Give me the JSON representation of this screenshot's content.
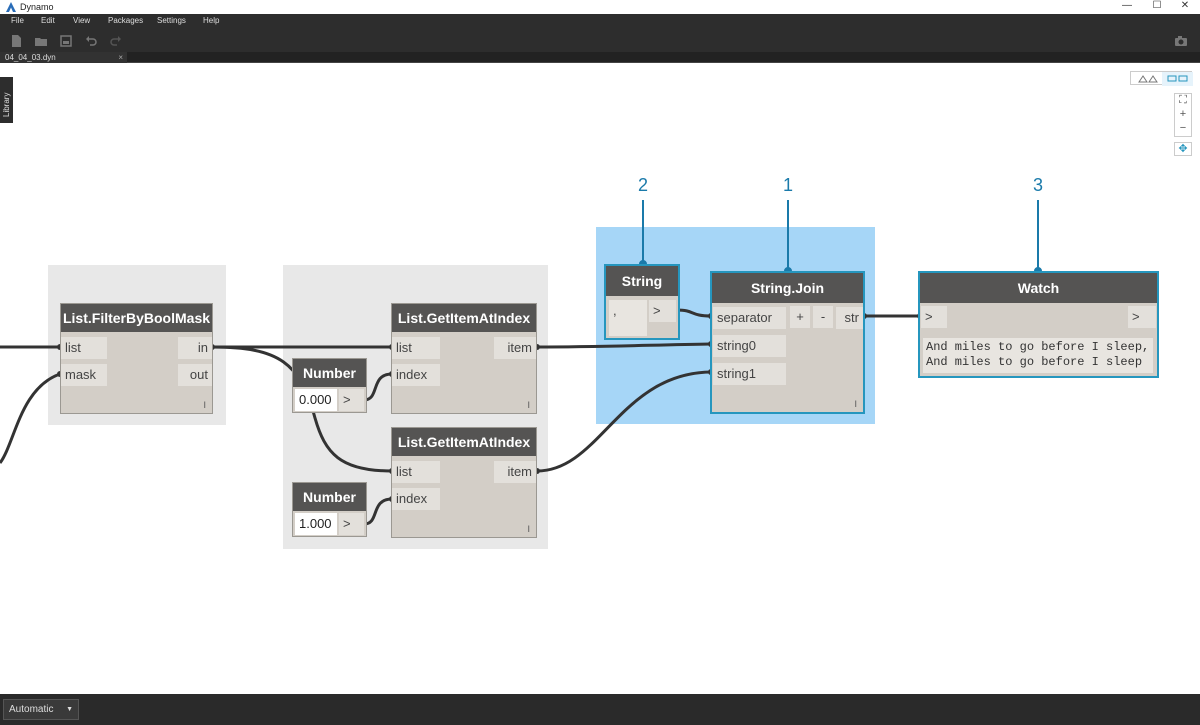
{
  "window": {
    "title": "Dynamo",
    "minimize": "—",
    "maximize": "☐",
    "close": "✕"
  },
  "menu": [
    "File",
    "Edit",
    "View",
    "Packages",
    "Settings",
    "Help"
  ],
  "tab": {
    "label": "04_04_03.dyn",
    "close": "×"
  },
  "library_label": "Library",
  "nodes": {
    "filter": {
      "title": "List.FilterByBoolMask",
      "in1": "list",
      "in2": "mask",
      "out1": "in",
      "out2": "out",
      "foot": "I"
    },
    "getitem1": {
      "title": "List.GetItemAtIndex",
      "in1": "list",
      "in2": "index",
      "out1": "item",
      "foot": "I"
    },
    "getitem2": {
      "title": "List.GetItemAtIndex",
      "in1": "list",
      "in2": "index",
      "out1": "item",
      "foot": "I"
    },
    "number1": {
      "title": "Number",
      "value": "0.000",
      "out": ">"
    },
    "number2": {
      "title": "Number",
      "value": "1.000",
      "out": ">"
    },
    "string": {
      "title": "String",
      "value": ",",
      "out": ">"
    },
    "join": {
      "title": "String.Join",
      "in1": "separator",
      "in2": "string0",
      "in3": "string1",
      "plus": "+",
      "minus": "-",
      "out1": "str",
      "foot": "I"
    },
    "watch": {
      "title": "Watch",
      "in1": ">",
      "out1": ">",
      "line1": "And miles to go before I sleep,",
      "line2": "And miles to go before I sleep"
    }
  },
  "callouts": {
    "c1": "1",
    "c2": "2",
    "c3": "3"
  },
  "zoom": {
    "fit": "⛶",
    "in": "+",
    "out": "−",
    "pan": "✥"
  },
  "status": {
    "run_mode": "Automatic",
    "caret": "▼"
  }
}
